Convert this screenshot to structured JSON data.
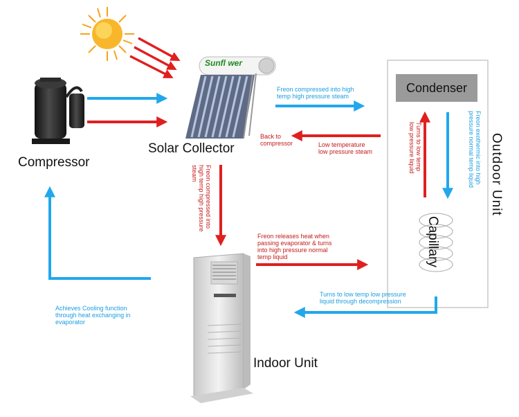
{
  "labels": {
    "compressor": "Compressor",
    "solar_collector": "Solar Collector",
    "indoor_unit": "Indoor Unit",
    "outdoor_unit": "Outdoor Unit",
    "condenser": "Condenser",
    "capillary": "Capillary",
    "brand": "Sunfl wer"
  },
  "notes": {
    "freon_to_outdoor": "Freon compressed into high\ntemp high pressure steam",
    "back_to_compressor": "Back to\ncompressor",
    "low_temp_steam": "Low temperature\nlow pressure steam",
    "freon_to_indoor": "Freon compressed into\nhigh temp high pressure\nsteam",
    "releases_heat": "Freon releases heat when\npassing evaporator & turns\ninto high pressure normal\ntemp liquid",
    "decompression": "Turns to low temp low pressure\nliquid through decompression",
    "cooling_function": "Achieves Cooling function\nthrough heat exchanging in\nevaporator",
    "exothermic": "Freon exothermic into high\npressure normal temp liquid",
    "low_temp_liquid": "Turns to low temp\nlow pressure liquid"
  },
  "colors": {
    "red_arrow": "#e01f1f",
    "blue_arrow": "#21a7ec",
    "note_red": "#c41a1a",
    "note_blue": "#1a9ee0",
    "condenser_fill": "#9a9a9a",
    "sun": "#f7a21b"
  },
  "icons": [
    "sun-icon",
    "compressor-icon",
    "solar-collector-icon",
    "indoor-unit-icon"
  ]
}
